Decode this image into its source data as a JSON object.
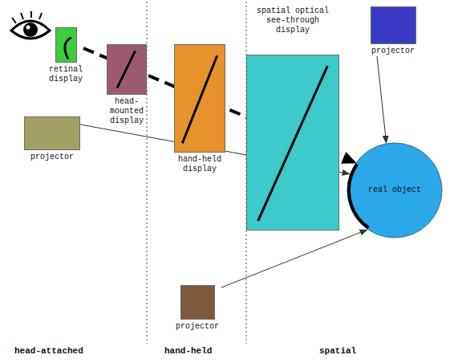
{
  "diagram": {
    "nodes": [
      {
        "text": [
          "retinal display"
        ]
      },
      {
        "text": [
          "head-mounted display"
        ]
      },
      {
        "text": [
          "spatial optical see-through display"
        ]
      },
      {
        "text": [
          "projector"
        ]
      },
      {
        "text": [
          "projector"
        ]
      },
      {
        "text": [
          "hand-held display"
        ]
      },
      {
        "text": [
          "real object"
        ]
      },
      {
        "text": [
          "projector"
        ]
      }
    ],
    "edges": [
      {
        "from": 0,
        "to": 6,
        "arrow": "to"
      },
      {
        "from": 3,
        "to": 6,
        "arrow": "to"
      },
      {
        "from": 4,
        "to": 6,
        "arrow": "to"
      },
      {
        "from": 7,
        "to": 6,
        "arrow": "to"
      }
    ],
    "labels": [
      "head-attached",
      "hand-held",
      "spatial"
    ]
  }
}
